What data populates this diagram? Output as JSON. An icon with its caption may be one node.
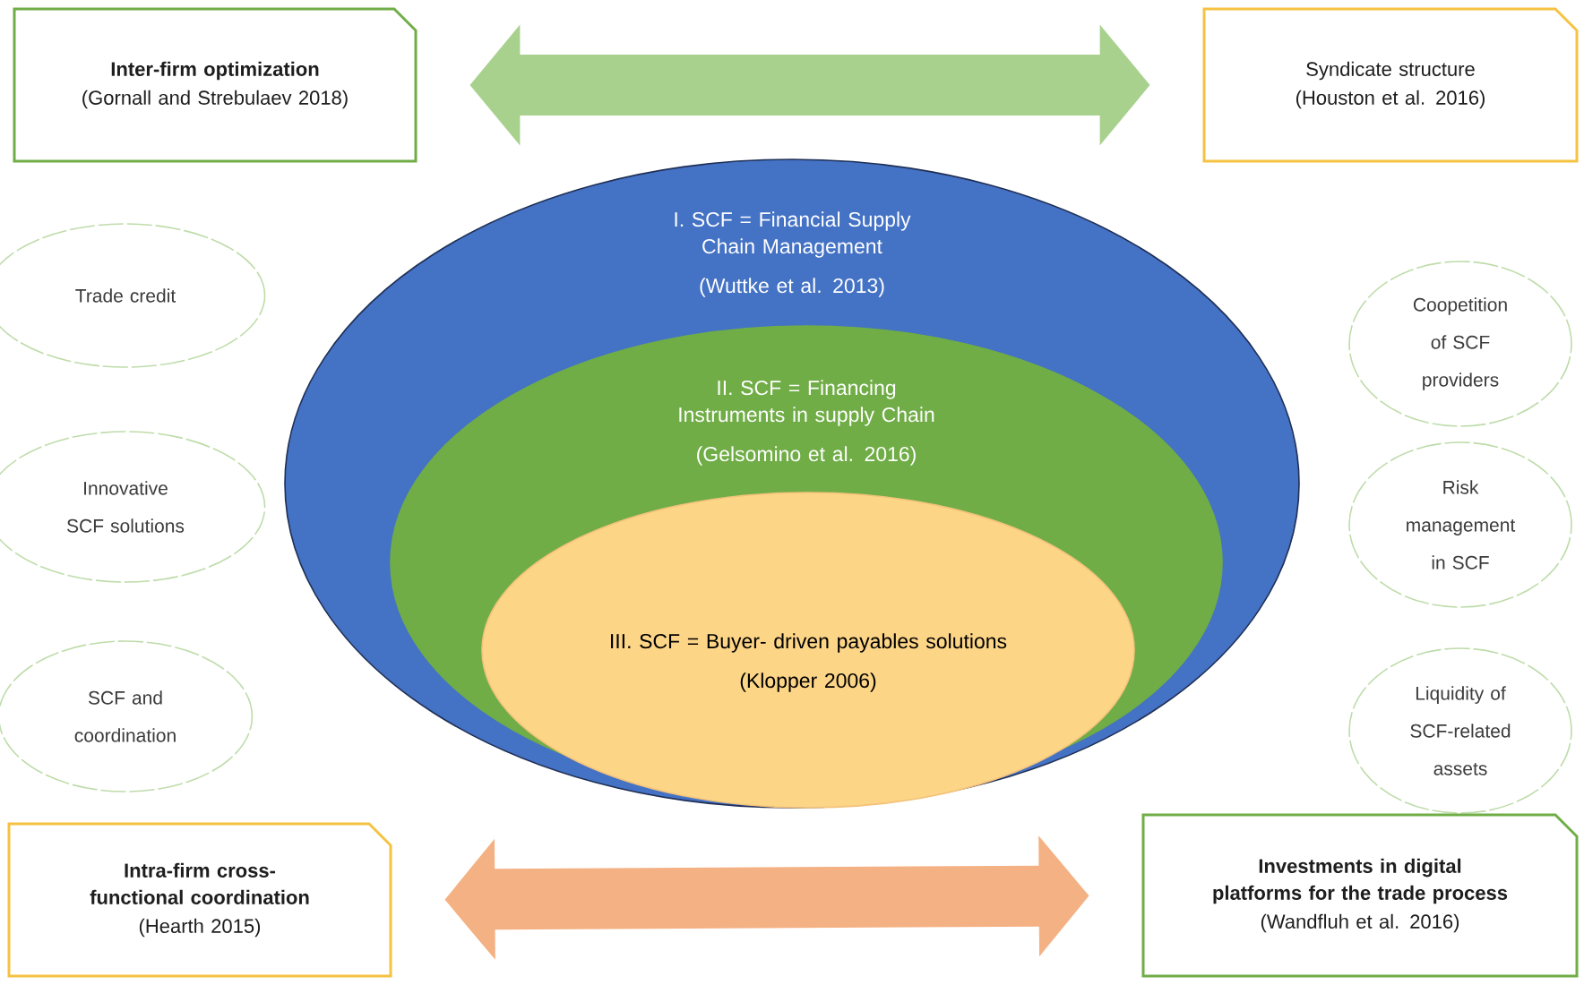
{
  "diagram": {
    "nodes": [
      {
        "text": [
          "Inter-firm optimization",
          "(Gornall and Strebulaev 2018)"
        ]
      },
      {
        "text": [
          "Syndicate structure",
          "(Houston et al. 2016)"
        ]
      },
      {
        "text": [
          "Trade credit"
        ]
      },
      {
        "text": [
          "Coopetition of SCF providers"
        ]
      },
      {
        "text": [
          "Innovative SCF solutions"
        ]
      },
      {
        "text": [
          "Risk management in SCF"
        ]
      },
      {
        "text": [
          "SCF and coordination"
        ]
      },
      {
        "text": [
          "Liquidity of SCF-related assets"
        ]
      },
      {
        "text": [
          "I. SCF = Financial Supply Chain Management",
          "(Wuttke et al. 2013)"
        ]
      },
      {
        "text": [
          "II. SCF = Financing Instruments in supply Chain",
          "(Gelsomino et al. 2016)"
        ],
        "in": 8
      },
      {
        "text": [
          "III. SCF = Buyer- driven payables solutions",
          "(Klopper 2006)"
        ],
        "in": 9
      },
      {
        "text": [
          "Intra-firm cross-functional coordination",
          "(Hearth 2015)"
        ]
      },
      {
        "text": [
          "Investments in digital platforms for the trade process",
          "(Wandfluh et al. 2016)"
        ]
      }
    ],
    "edges": [
      {
        "from": 0,
        "to": 1,
        "arrow": "both",
        "color": "#a9d18e"
      },
      {
        "from": 11,
        "to": 12,
        "arrow": "both",
        "color": "#f4b183"
      }
    ]
  }
}
